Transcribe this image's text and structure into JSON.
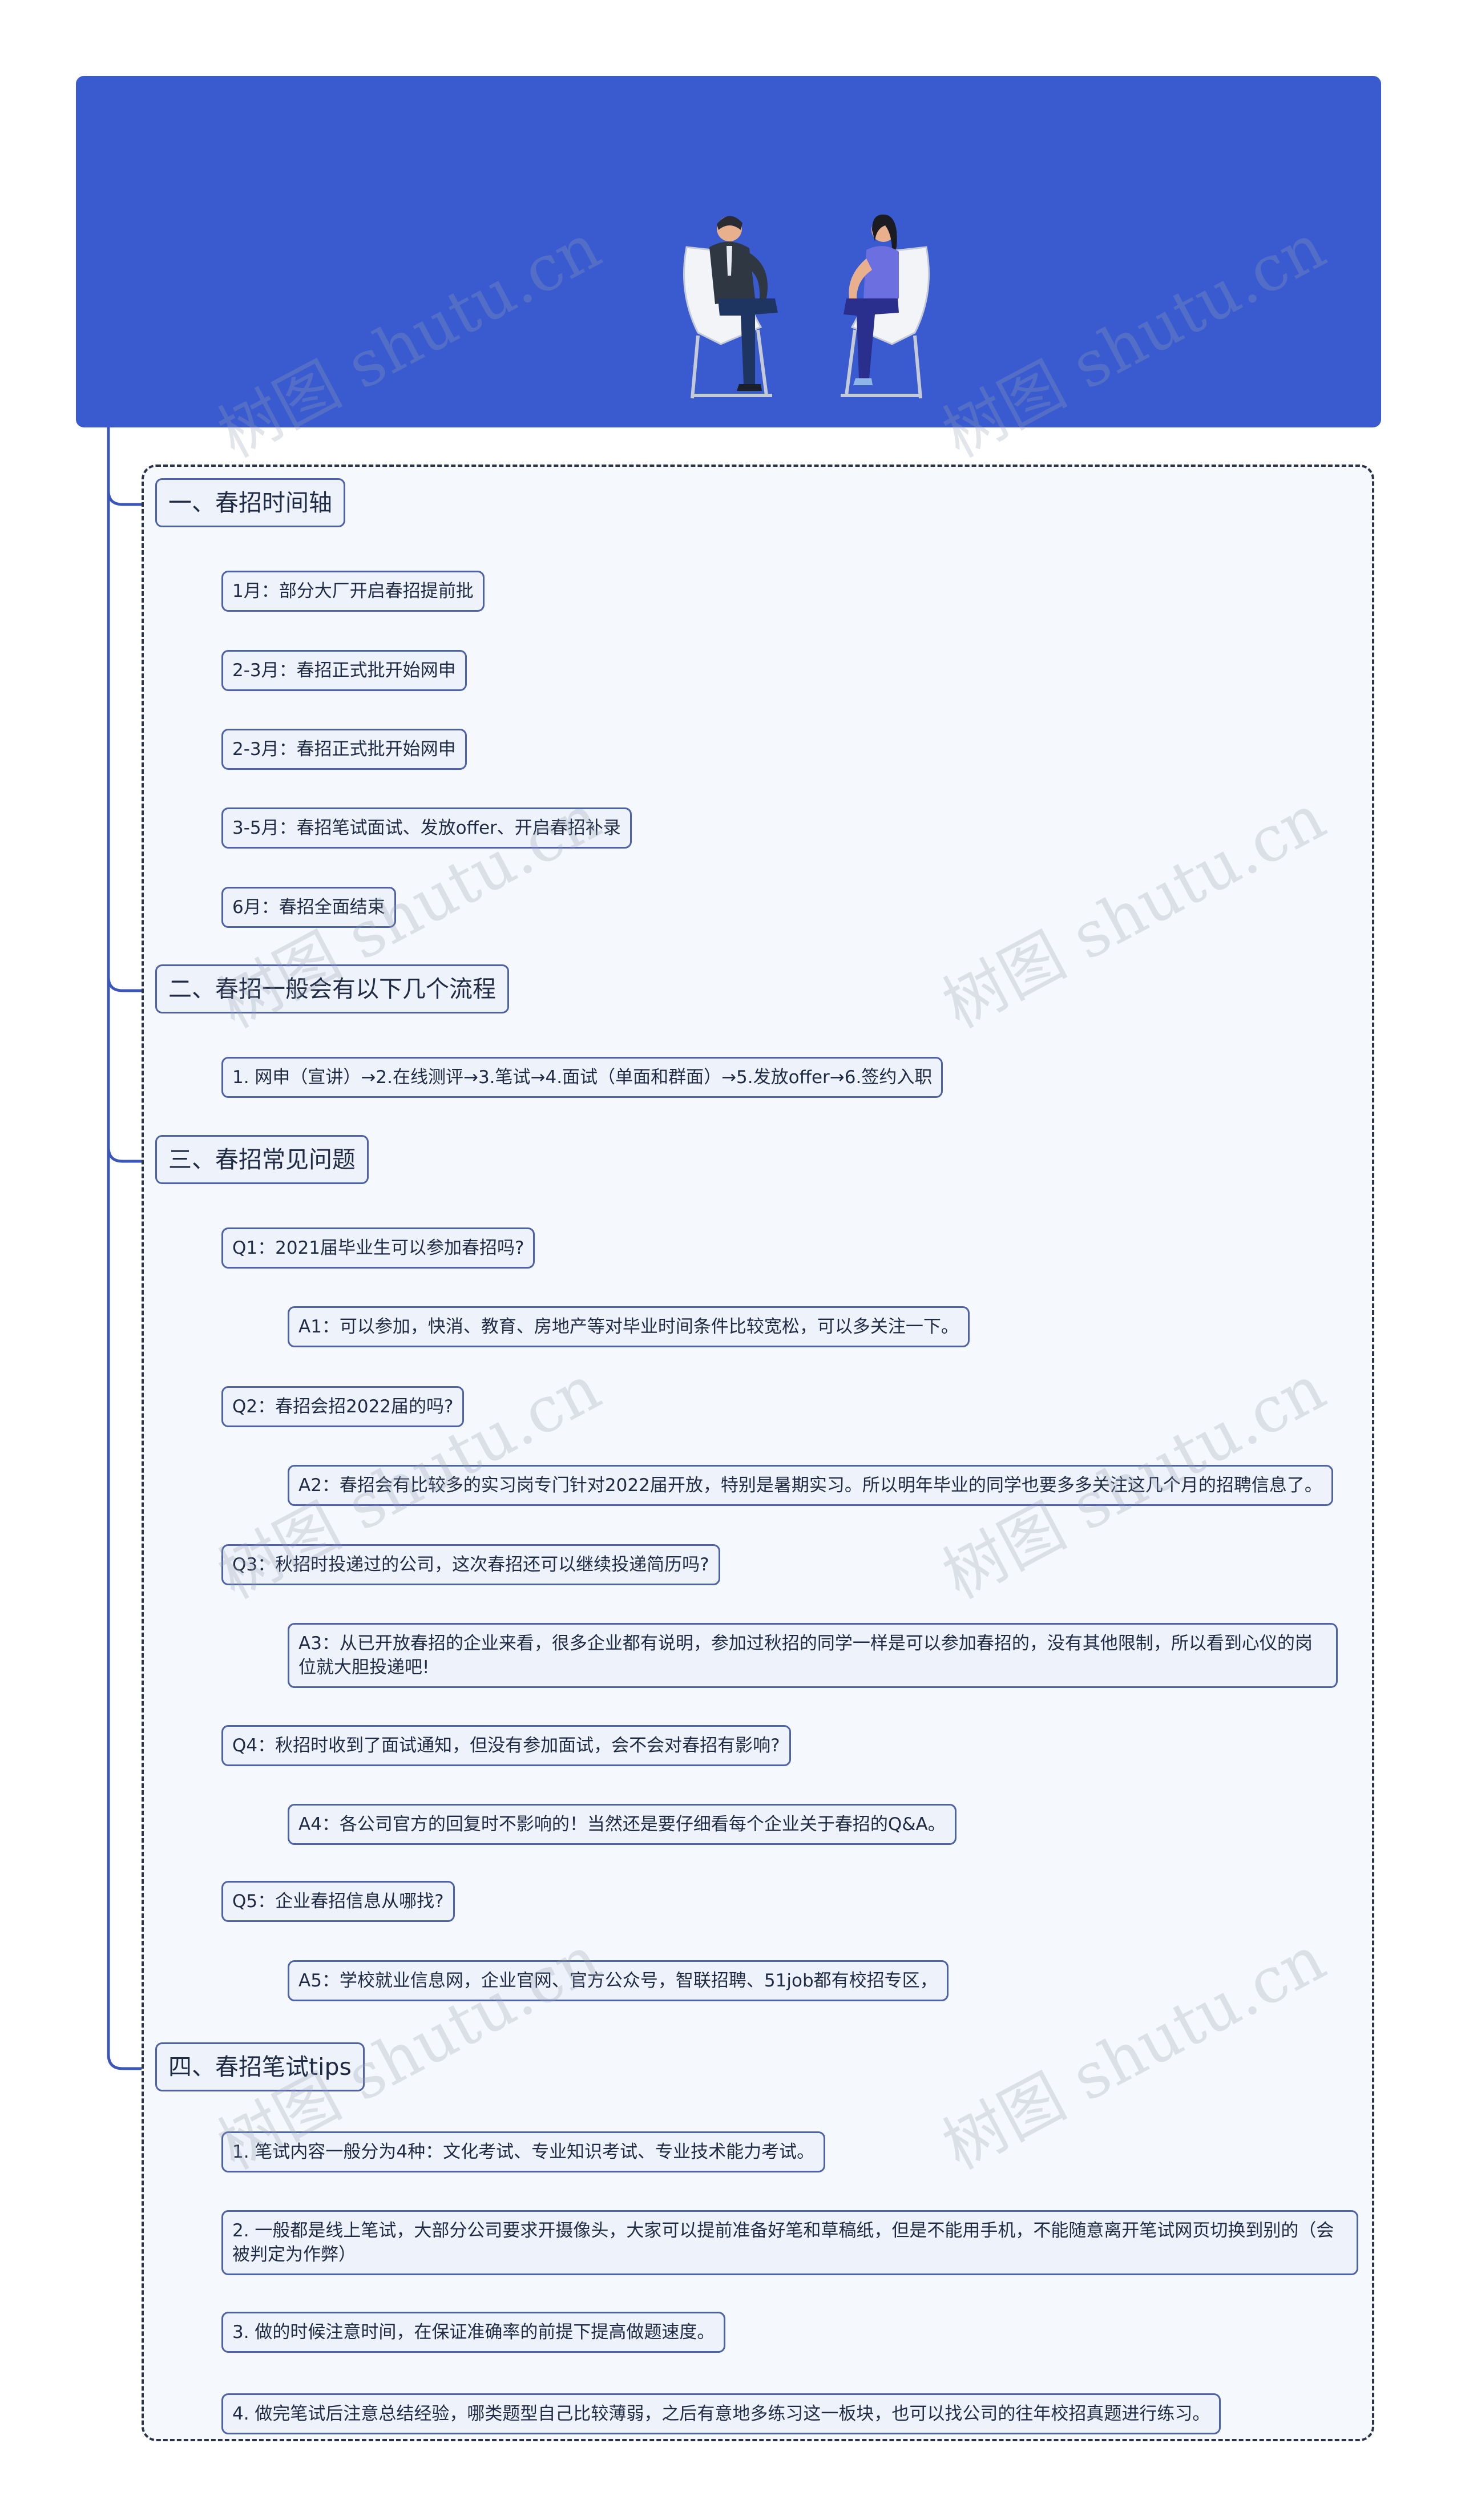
{
  "title": "春招知识科普",
  "watermark": "树图 shutu.cn",
  "colors": {
    "header": "#3a5bcf",
    "line": "#3a56b8",
    "node_border": "#4e62a8",
    "node_bg": "#eef3fb",
    "panel_bg": "#f5f8fc"
  },
  "sections": [
    {
      "label": "一、春招时间轴",
      "items": [
        {
          "text": "1月：部分大厂开启春招提前批"
        },
        {
          "text": "2-3月：春招正式批开始网申"
        },
        {
          "text": "2-3月：春招正式批开始网申"
        },
        {
          "text": "3-5月：春招笔试面试、发放offer、开启春招补录"
        },
        {
          "text": "6月：春招全面结束"
        }
      ]
    },
    {
      "label": "二、春招一般会有以下几个流程",
      "items": [
        {
          "text": "1. 网申（宣讲）→2.在线测评→3.笔试→4.面试（单面和群面）→5.发放offer→6.签约入职"
        }
      ]
    },
    {
      "label": "三、春招常见问题",
      "items": [
        {
          "text": "Q1：2021届毕业生可以参加春招吗?",
          "answer": "A1：可以参加，快消、教育、房地产等对毕业时间条件比较宽松，可以多关注一下。"
        },
        {
          "text": "Q2：春招会招2022届的吗?",
          "answer": "A2：春招会有比较多的实习岗专门针对2022届开放，特别是暑期实习。所以明年毕业的同学也要多多关注这几个月的招聘信息了。"
        },
        {
          "text": "Q3：秋招时投递过的公司，这次春招还可以继续投递简历吗?",
          "answer": "A3：从已开放春招的企业来看，很多企业都有说明，参加过秋招的同学一样是可以参加春招的，没有其他限制，所以看到心仪的岗位就大胆投递吧!"
        },
        {
          "text": "Q4：秋招时收到了面试通知，但没有参加面试，会不会对春招有影响?",
          "answer": "A4：各公司官方的回复时不影响的！当然还是要仔细看每个企业关于春招的Q&A。"
        },
        {
          "text": "Q5：企业春招信息从哪找?",
          "answer": "A5：学校就业信息网，企业官网、官方公众号，智联招聘、51job都有校招专区，"
        }
      ]
    },
    {
      "label": "四、春招笔试tips",
      "items": [
        {
          "text": "1. 笔试内容一般分为4种：文化考试、专业知识考试、专业技术能力考试。"
        },
        {
          "text": "2. 一般都是线上笔试，大部分公司要求开摄像头，大家可以提前准备好笔和草稿纸，但是不能用手机，不能随意离开笔试网页切换到别的（会被判定为作弊）"
        },
        {
          "text": "3. 做的时候注意时间，在保证准确率的前提下提高做题速度。"
        },
        {
          "text": "4. 做完笔试后注意总结经验，哪类题型自己比较薄弱，之后有意地多练习这一板块，也可以找公司的往年校招真题进行练习。"
        }
      ]
    }
  ]
}
